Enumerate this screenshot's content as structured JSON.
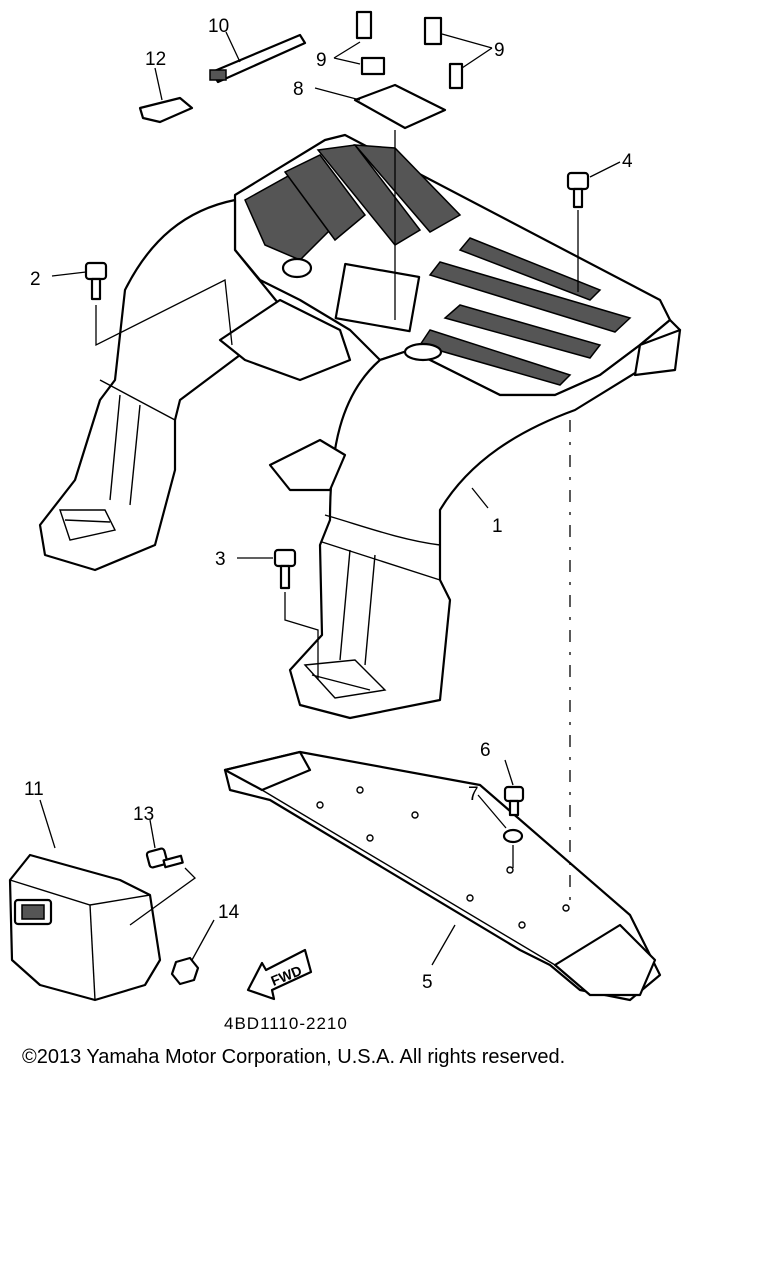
{
  "diagram": {
    "callouts": {
      "c1": "1",
      "c2": "2",
      "c3": "3",
      "c4": "4",
      "c5": "5",
      "c6": "6",
      "c7": "7",
      "c8": "8",
      "c9a": "9",
      "c9b": "9",
      "c10": "10",
      "c11": "11",
      "c12": "12",
      "c13": "13",
      "c14": "14"
    },
    "fwd_label": "FWD",
    "drawing_code": "4BD1110-2210"
  },
  "footer": {
    "copyright": "©2013 Yamaha Motor Corporation, U.S.A. All rights reserved."
  },
  "icons": {
    "fwd_arrow": "fwd-arrow-icon"
  }
}
